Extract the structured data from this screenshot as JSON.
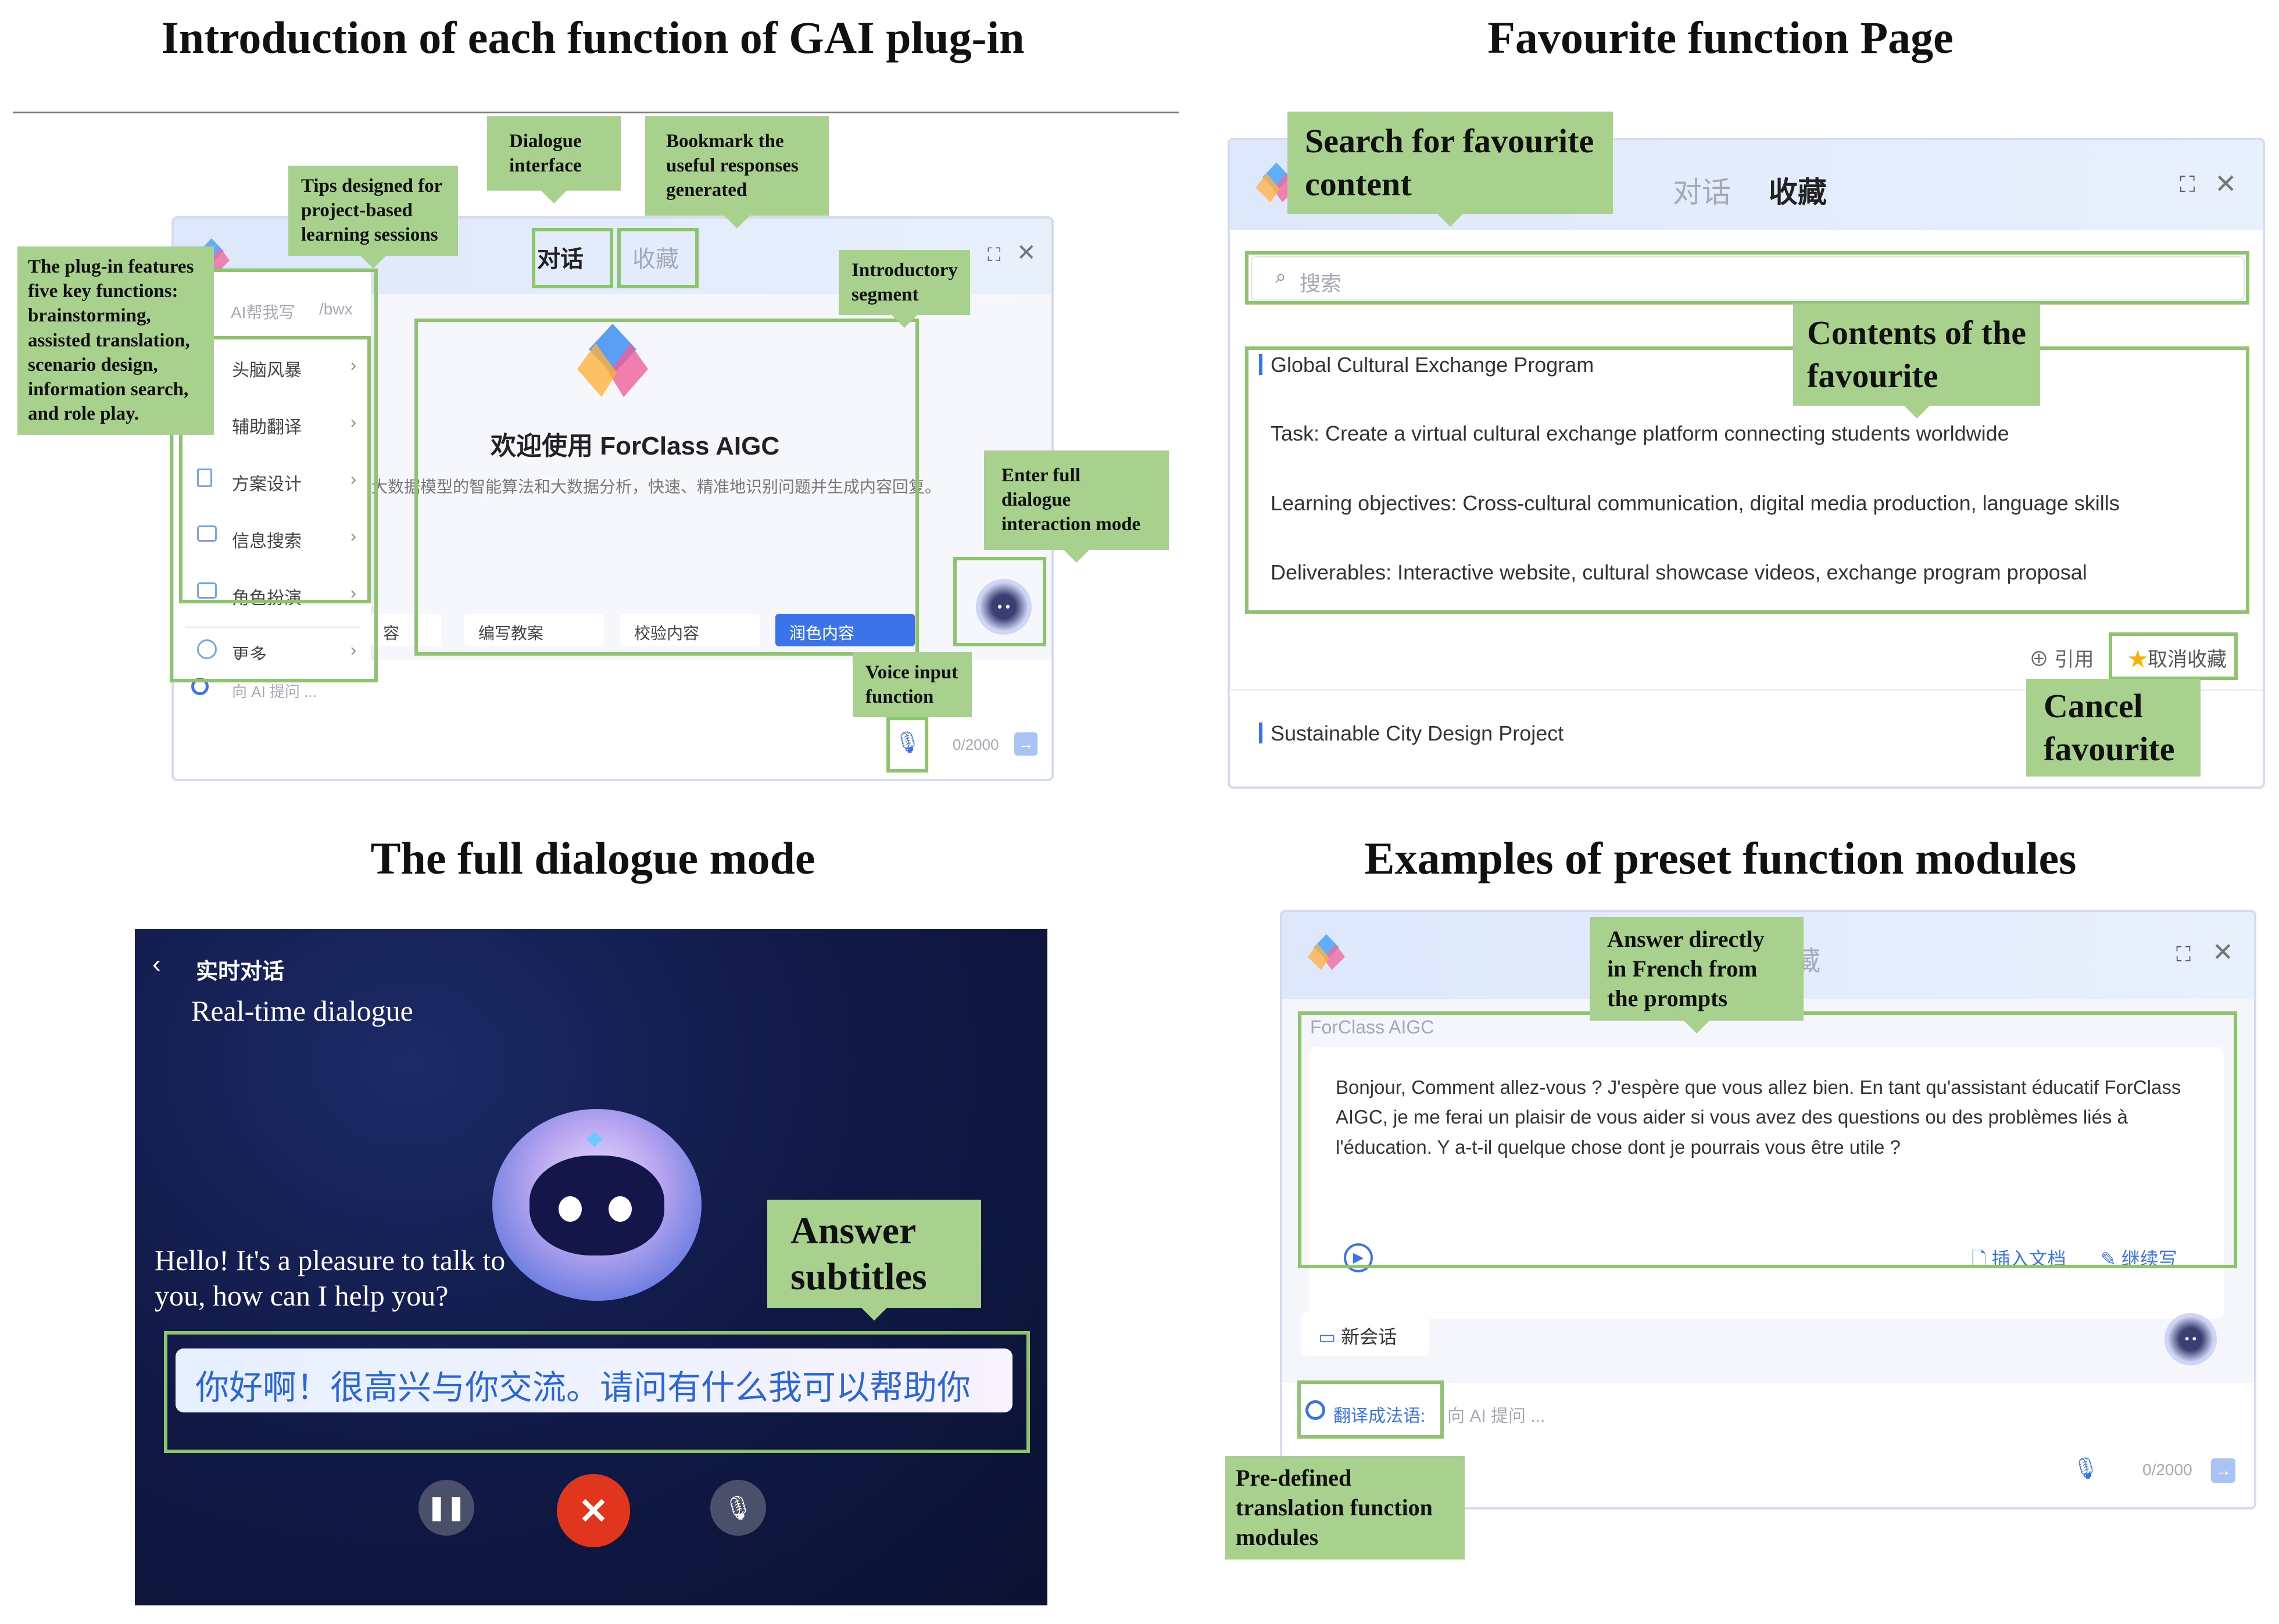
{
  "q1": {
    "title": "Introduction of each function of GAI plug-in",
    "callouts": {
      "features": "The plug-in features five key functions: brainstorming, assisted translation, scenario design, information search, and role play.",
      "tips": "Tips designed for project-based learning sessions",
      "dialogue": "Dialogue interface",
      "bookmark": "Bookmark the useful responses generated",
      "intro": "Introductory segment",
      "fullmode": "Enter full dialogue interaction mode",
      "voice": "Voice input function"
    },
    "tabs": {
      "dialogue": "对话",
      "favourite": "收藏"
    },
    "menu": {
      "ai_write": "AI帮我写",
      "shortcut": "/bwx",
      "items": [
        "头脑风暴",
        "辅助翻译",
        "方案设计",
        "信息搜索",
        "角色扮演",
        "更多"
      ]
    },
    "welcome": "欢迎使用 ForClass AIGC",
    "desc": "大数据模型的智能算法和大数据分析，快速、精准地识别问题并生成内容回复。",
    "chips": [
      "容",
      "编写教案",
      "校验内容",
      "润色内容"
    ],
    "input_placeholder": "向 AI 提问 ...",
    "counter": "0/2000"
  },
  "q2": {
    "title": "Favourite function Page",
    "callouts": {
      "search": "Search for favourite content",
      "contents": "Contents of the favourite",
      "cancel": "Cancel favourite"
    },
    "tabs": {
      "dialogue": "对话",
      "favourite": "收藏"
    },
    "search_placeholder": "搜索",
    "item1": {
      "title": "Global Cultural Exchange Program",
      "task": "Task: Create a virtual cultural exchange platform connecting students worldwide",
      "objectives": "Learning objectives: Cross-cultural communication, digital media production, language skills",
      "deliverables": "Deliverables: Interactive website, cultural showcase videos, exchange program proposal"
    },
    "cite": "引用",
    "unfav": "取消收藏",
    "item2_title": "Sustainable City Design Project"
  },
  "q3": {
    "title": "The full dialogue mode",
    "header_cn": "实时对话",
    "header_en": "Real-time dialogue",
    "greeting": "Hello! It's a pleasure to talk to you, how can I help you?",
    "callout": "Answer subtitles",
    "subtitle": "你好啊！很高兴与你交流。请问有什么我可以帮助你"
  },
  "q4": {
    "title": "Examples of preset function modules",
    "callouts": {
      "french": "Answer directly in French from the prompts",
      "predefined": "Pre-defined translation function modules"
    },
    "tab_partial": "藏",
    "sender": "ForClass AIGC",
    "answer": "Bonjour, Comment allez-vous ? J'espère que vous allez bien. En tant qu'assistant éducatif ForClass AIGC, je me ferai un plaisir de vous aider si vous avez des questions ou des problèmes liés à l'éducation. Y a-t-il quelque chose dont je pourrais vous être utile ?",
    "insert_doc": "插入文档",
    "continue_write": "继续写",
    "new_session": "新会话",
    "module": "翻译成法语:",
    "input_placeholder": "向 AI 提问 ...",
    "counter": "0/2000"
  }
}
